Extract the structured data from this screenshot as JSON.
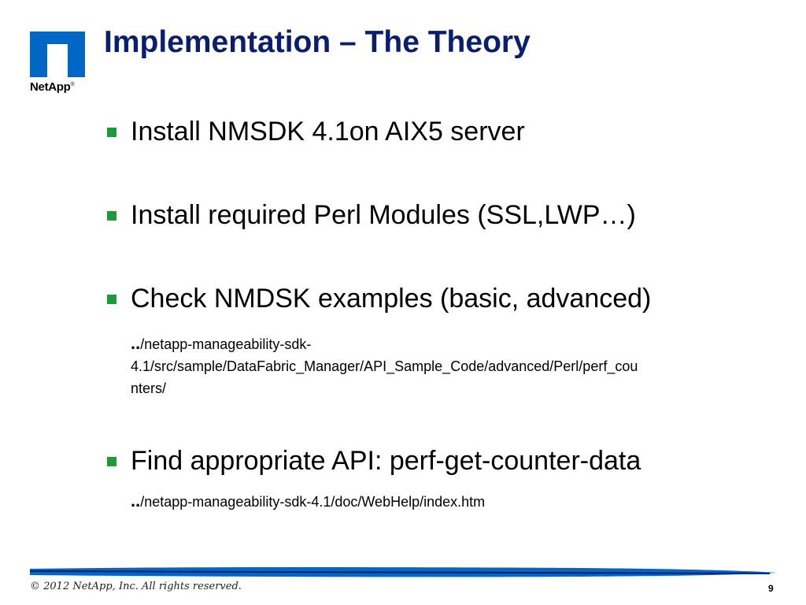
{
  "slide": {
    "title": "Implementation – The Theory",
    "logo": {
      "text": "NetApp",
      "reg_mark": "®",
      "icon": "netapp-logo-icon",
      "color": "#0067c5"
    },
    "bullets": [
      {
        "text": "Install NMSDK 4.1on AIX5 server"
      },
      {
        "text": "Install required Perl Modules (SSL,LWP…)"
      },
      {
        "text": "Check NMDSK examples (basic, advanced)"
      },
      {
        "text": "Find appropriate API: perf-get-counter-data"
      }
    ],
    "paths": [
      {
        "prefix": "..",
        "lines": [
          "/netapp-manageability-sdk-",
          "4.1/src/sample/DataFabric_Manager/API_Sample_Code/advanced/Perl/perf_cou",
          "nters/"
        ]
      },
      {
        "prefix": "..",
        "lines": [
          "/netapp-manageability-sdk-4.1/doc/WebHelp/index.htm"
        ]
      }
    ],
    "footer": {
      "copyright": "© 2012 NetApp, Inc. All rights reserved.",
      "page_number": "9"
    },
    "colors": {
      "title": "#0a1e6e",
      "bullet": "#1f9a38",
      "footer_bar": "#0067c5"
    }
  }
}
